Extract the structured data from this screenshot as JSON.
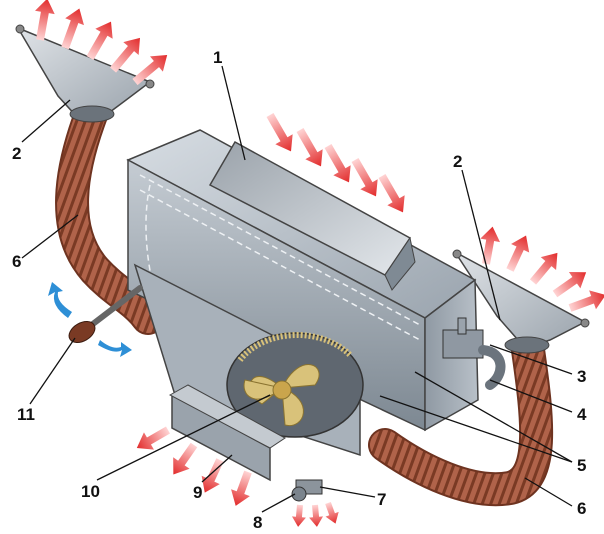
{
  "labels": {
    "l1": "1",
    "l2a": "2",
    "l2b": "2",
    "l3": "3",
    "l4": "4",
    "l5": "5",
    "l6a": "6",
    "l6b": "6",
    "l7": "7",
    "l8": "8",
    "l9": "9",
    "l10": "10",
    "l11": "11"
  },
  "colors": {
    "housing": "#b8c0c8",
    "housing_dark": "#7f8a94",
    "hose": "#a85a3c",
    "hose_dark": "#6e3320",
    "airflow_red": "#e23a3a",
    "rotation_blue": "#2e8fd6",
    "fan": "#d9c27a",
    "leader": "#111111"
  }
}
